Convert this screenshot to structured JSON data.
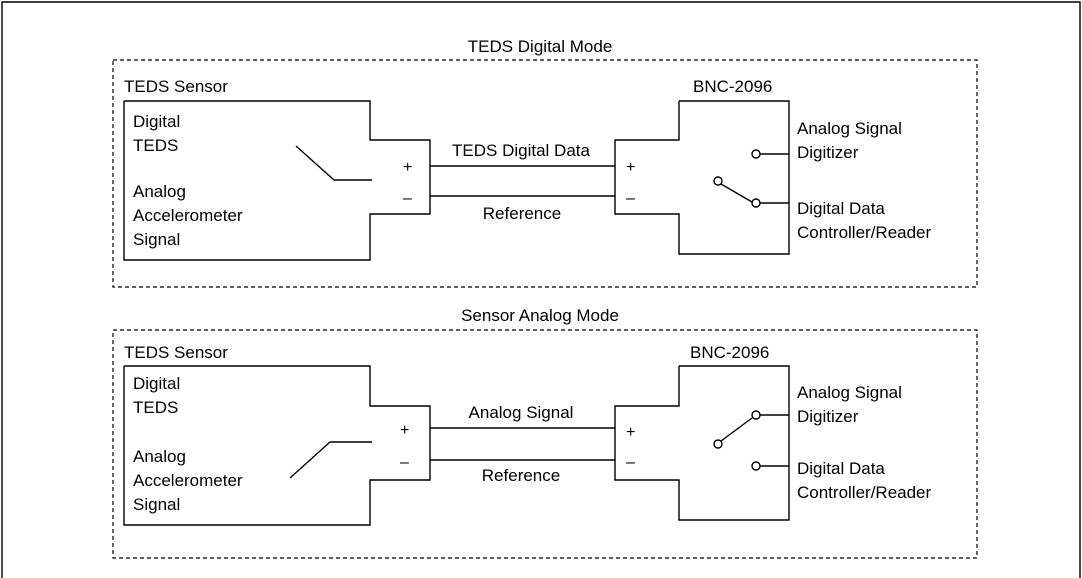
{
  "panels": [
    {
      "title": "TEDS Digital Mode",
      "sensor_title": "TEDS Sensor",
      "sensor_digital_lines": [
        "Digital",
        "TEDS"
      ],
      "sensor_analog_lines": [
        "Analog",
        "Accelerometer",
        "Signal"
      ],
      "plus": "+",
      "minus": "–",
      "wire_top_label": "TEDS Digital Data",
      "wire_bottom_label": "Reference",
      "device_title": "BNC-2096",
      "device_plus": "+",
      "device_minus": "–",
      "output_top_lines": [
        "Analog Signal",
        "Digitizer"
      ],
      "output_bottom_lines": [
        "Digital Data",
        "Controller/Reader"
      ],
      "sensor_switch": "digital",
      "device_switch": "digital"
    },
    {
      "title": "Sensor Analog Mode",
      "sensor_title": "TEDS Sensor",
      "sensor_digital_lines": [
        "Digital",
        "TEDS"
      ],
      "sensor_analog_lines": [
        "Analog",
        "Accelerometer",
        "Signal"
      ],
      "plus": "+",
      "minus": "–",
      "wire_top_label": "Analog Signal",
      "wire_bottom_label": "Reference",
      "device_title": "BNC-2096",
      "device_plus": "+",
      "device_minus": "–",
      "output_top_lines": [
        "Analog Signal",
        "Digitizer"
      ],
      "output_bottom_lines": [
        "Digital Data",
        "Controller/Reader"
      ],
      "sensor_switch": "analog",
      "device_switch": "analog"
    }
  ]
}
